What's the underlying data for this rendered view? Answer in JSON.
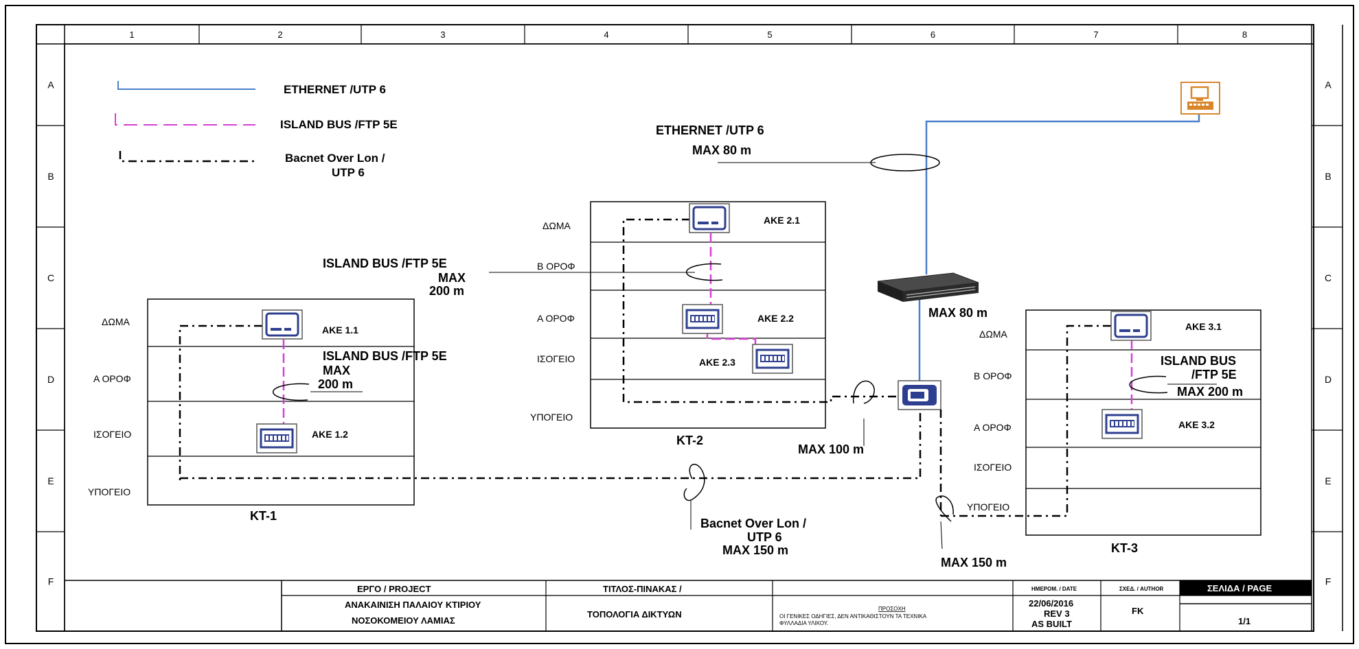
{
  "grid": {
    "columns": [
      "1",
      "2",
      "3",
      "4",
      "5",
      "6",
      "7",
      "8"
    ],
    "rows": [
      "A",
      "B",
      "C",
      "D",
      "E",
      "F"
    ]
  },
  "legend": {
    "ethernet": "ETHERNET /UTP 6",
    "island_bus": "ISLAND BUS /FTP 5E",
    "bacnet_line1": "Bacnet Over Lon /",
    "bacnet_line2": "UTP 6"
  },
  "colors": {
    "ethernet": "#4a7fc9",
    "island_bus": "#d63fd6",
    "workstation": "#d9862b",
    "device": "#2f3f8f"
  },
  "icons": [
    "computer-workstation-icon",
    "network-switch-icon",
    "controller-icon",
    "io-module-icon"
  ],
  "annotations": {
    "eth_top_1": "ETHERNET /UTP 6",
    "eth_top_2": "MAX 80 m",
    "island_kt2_1": "ISLAND BUS /FTP 5E",
    "island_kt2_2": "MAX",
    "island_kt2_3": "200 m",
    "island_kt1_1": "ISLAND BUS /FTP 5E",
    "island_kt1_2": "MAX",
    "island_kt1_3": "200 m",
    "island_kt3_1": "ISLAND BUS",
    "island_kt3_2": "/FTP 5E",
    "island_kt3_3": "MAX 200 m",
    "switch_max": "MAX 80 m",
    "max100": "MAX 100 m",
    "bacnet_bottom_1": "Bacnet Over Lon /",
    "bacnet_bottom_2": "UTP 6",
    "bacnet_bottom_3": "MAX 150 m",
    "max150_right": "MAX 150 m"
  },
  "buildings": {
    "kt1": {
      "name": "KT-1",
      "floors": [
        "ΔΩΜΑ",
        "Α ΟΡΟΦ",
        "ΙΣΟΓΕΙΟ",
        "ΥΠΟΓΕΙΟ"
      ],
      "devices": [
        "AKE 1.1",
        "AKE 1.2"
      ]
    },
    "kt2": {
      "name": "KT-2",
      "floors": [
        "ΔΩΜΑ",
        "Β ΟΡΟΦ",
        "Α ΟΡΟΦ",
        "ΙΣΟΓΕΙΟ",
        "ΥΠΟΓΕΙΟ"
      ],
      "devices": [
        "AKE 2.1",
        "AKE 2.2",
        "AKE 2.3"
      ]
    },
    "kt3": {
      "name": "KT-3",
      "floors": [
        "ΔΩΜΑ",
        "Β ΟΡΟΦ",
        "Α ΟΡΟΦ",
        "ΙΣΟΓΕΙΟ",
        "ΥΠΟΓΕΙΟ"
      ],
      "devices": [
        "AKE 3.1",
        "AKE 3.2"
      ]
    }
  },
  "title_block": {
    "project_header": "ΕΡΓΟ / PROJECT",
    "project_line1": "ΑΝΑΚΑΙΝΙΣΗ ΠΑΛΑΙΟΥ ΚΤΙΡΙΟΥ",
    "project_line2": "ΝΟΣΟΚΟΜΕΙΟΥ ΛΑΜΙΑΣ",
    "title_header": "ΤΙΤΛΟΣ-ΠΙΝΑΚΑΣ /",
    "title_value": "ΤΟΠΟΛΟΓΙΑ ΔΙΚΤΥΩΝ",
    "note_header": "ΠΡΟΣΟΧΗ",
    "note_line1": "ΟΙ ΓΕΝΙΚΕΣ ΟΔΗΓΙΕΣ, ΔΕΝ ΑΝΤΙΚΑΘΙΣΤΟΥΝ ΤΑ ΤΕΧΝΙΚΑ",
    "note_line2": "ΦΥΛΛΑΔΙΑ ΥΛΙΚΟΥ.",
    "date_header": "ΗΜΕΡΟΜ. / DATE",
    "date_line1": "22/06/2016",
    "date_line2": "REV 3",
    "date_line3": "AS BUILT",
    "author_header": "ΣΧΕΔ. / AUTHOR",
    "author_value": "FK",
    "page_header": "ΣΕΛΙΔΑ / PAGE",
    "page_value": "1/1"
  }
}
